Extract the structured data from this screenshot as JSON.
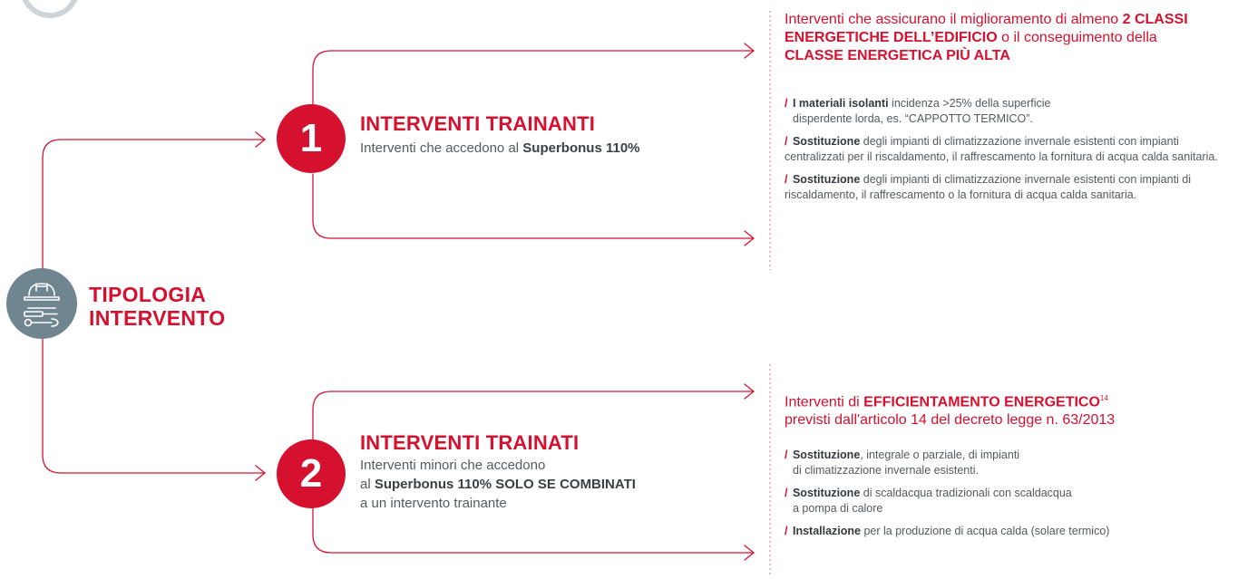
{
  "hub": {
    "icon": "worker-tools-icon",
    "title_line1": "TIPOLOGIA",
    "title_line2": "INTERVENTO"
  },
  "branch1": {
    "number": "1",
    "title": "INTERVENTI TRAINANTI",
    "desc_prefix": "Interventi che accedono al ",
    "desc_bold": "Superbonus 110%"
  },
  "branch2": {
    "number": "2",
    "title": "INTERVENTI TRAINATI",
    "desc_line1": "Interventi minori che accedono",
    "desc_line2_prefix": "al ",
    "desc_line2_bold": "Superbonus 110% SOLO SE COMBINATI",
    "desc_line3": "a un intervento trainante"
  },
  "panel1": {
    "intro_a": "Interventi che assicurano il miglioramento di almeno ",
    "intro_b": "2 CLASSI ENERGETICHE DELL’EDIFICIO",
    "intro_c": " o il conseguimento della ",
    "intro_d": "CLASSE ENERGETICA PIÙ ALTA",
    "items": [
      {
        "bold": "I materiali isolanti",
        "line1": " incidenza >25% della superficie",
        "line2": "disperdente lorda, es. “CAPPOTTO TERMICO”."
      },
      {
        "bold": "Sostituzione",
        "text": " degli impianti di climatizzazione invernale esistenti con impianti centralizzati per il riscaldamento, il raffrescamento la fornitura di acqua calda sanitaria."
      },
      {
        "bold": "Sostituzione",
        "text": " degli impianti di climatizzazione invernale esistenti con impianti di riscaldamento, il raffrescamento o la fornitura di acqua calda sanitaria."
      }
    ]
  },
  "panel2": {
    "intro_a": "Interventi di ",
    "intro_b": "EFFICIENTAMENTO ENERGETICO",
    "intro_sup": "14",
    "intro_c": "previsti dall'articolo 14 del decreto legge n. 63/2013",
    "items": [
      {
        "bold": "Sostituzione",
        "line1": ", integrale o parziale, di impianti",
        "line2": "di climatizzazione invernale esistenti."
      },
      {
        "bold": "Sostituzione",
        "line1": " di scaldacqua tradizionali con scaldacqua",
        "line2": "a pompa di calore"
      },
      {
        "bold": "Installazione",
        "text": " per la produzione di acqua calda (solare termico)"
      }
    ]
  },
  "colors": {
    "accent": "#d5112f",
    "hub": "#6f858f",
    "text": "#555a5e"
  }
}
